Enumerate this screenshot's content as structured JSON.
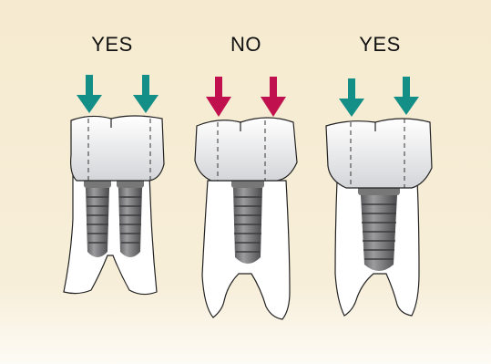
{
  "figure": {
    "background_color": "#f7ecd2",
    "panels": [
      {
        "label": "YES",
        "arrow_color": "#138f87",
        "implant_count": 2
      },
      {
        "label": "NO",
        "arrow_color": "#c0114e",
        "implant_count": 1
      },
      {
        "label": "YES",
        "arrow_color": "#138f87",
        "implant_count": 1
      }
    ]
  }
}
